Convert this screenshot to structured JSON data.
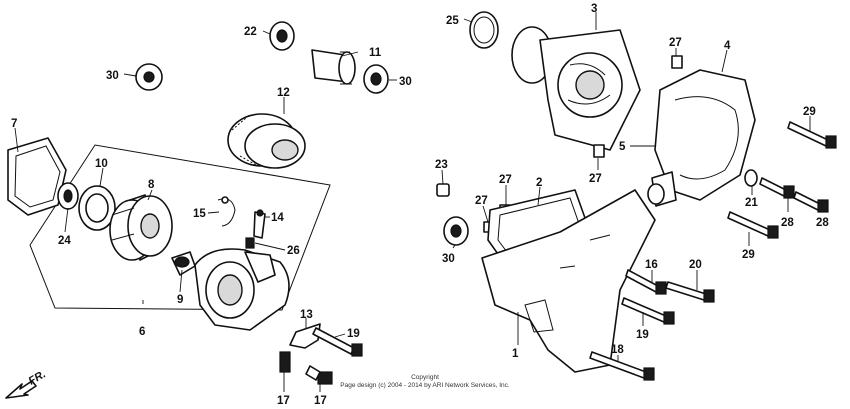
{
  "diagram": {
    "callouts": {
      "p1": "1",
      "p2": "2",
      "p3": "3",
      "p4": "4",
      "p5": "5",
      "p6": "6",
      "p7": "7",
      "p8": "8",
      "p9": "9",
      "p10": "10",
      "p11": "11",
      "p12": "12",
      "p13": "13",
      "p14": "14",
      "p15": "15",
      "p16": "16",
      "p17a": "17",
      "p17b": "17",
      "p18": "18",
      "p19a": "19",
      "p19b": "19",
      "p20": "20",
      "p21": "21",
      "p22": "22",
      "p23": "23",
      "p24": "24",
      "p25": "25",
      "p26": "26",
      "p27a": "27",
      "p27b": "27",
      "p27c": "27",
      "p27d": "27",
      "p28a": "28",
      "p28b": "28",
      "p29a": "29",
      "p29b": "29",
      "p30a": "30",
      "p30b": "30",
      "p30c": "30"
    },
    "direction_label": "FR.",
    "copyright_line1": "Copyright",
    "copyright_line2": "Page design (c) 2004 - 2014 by ARI Network Services, Inc."
  }
}
